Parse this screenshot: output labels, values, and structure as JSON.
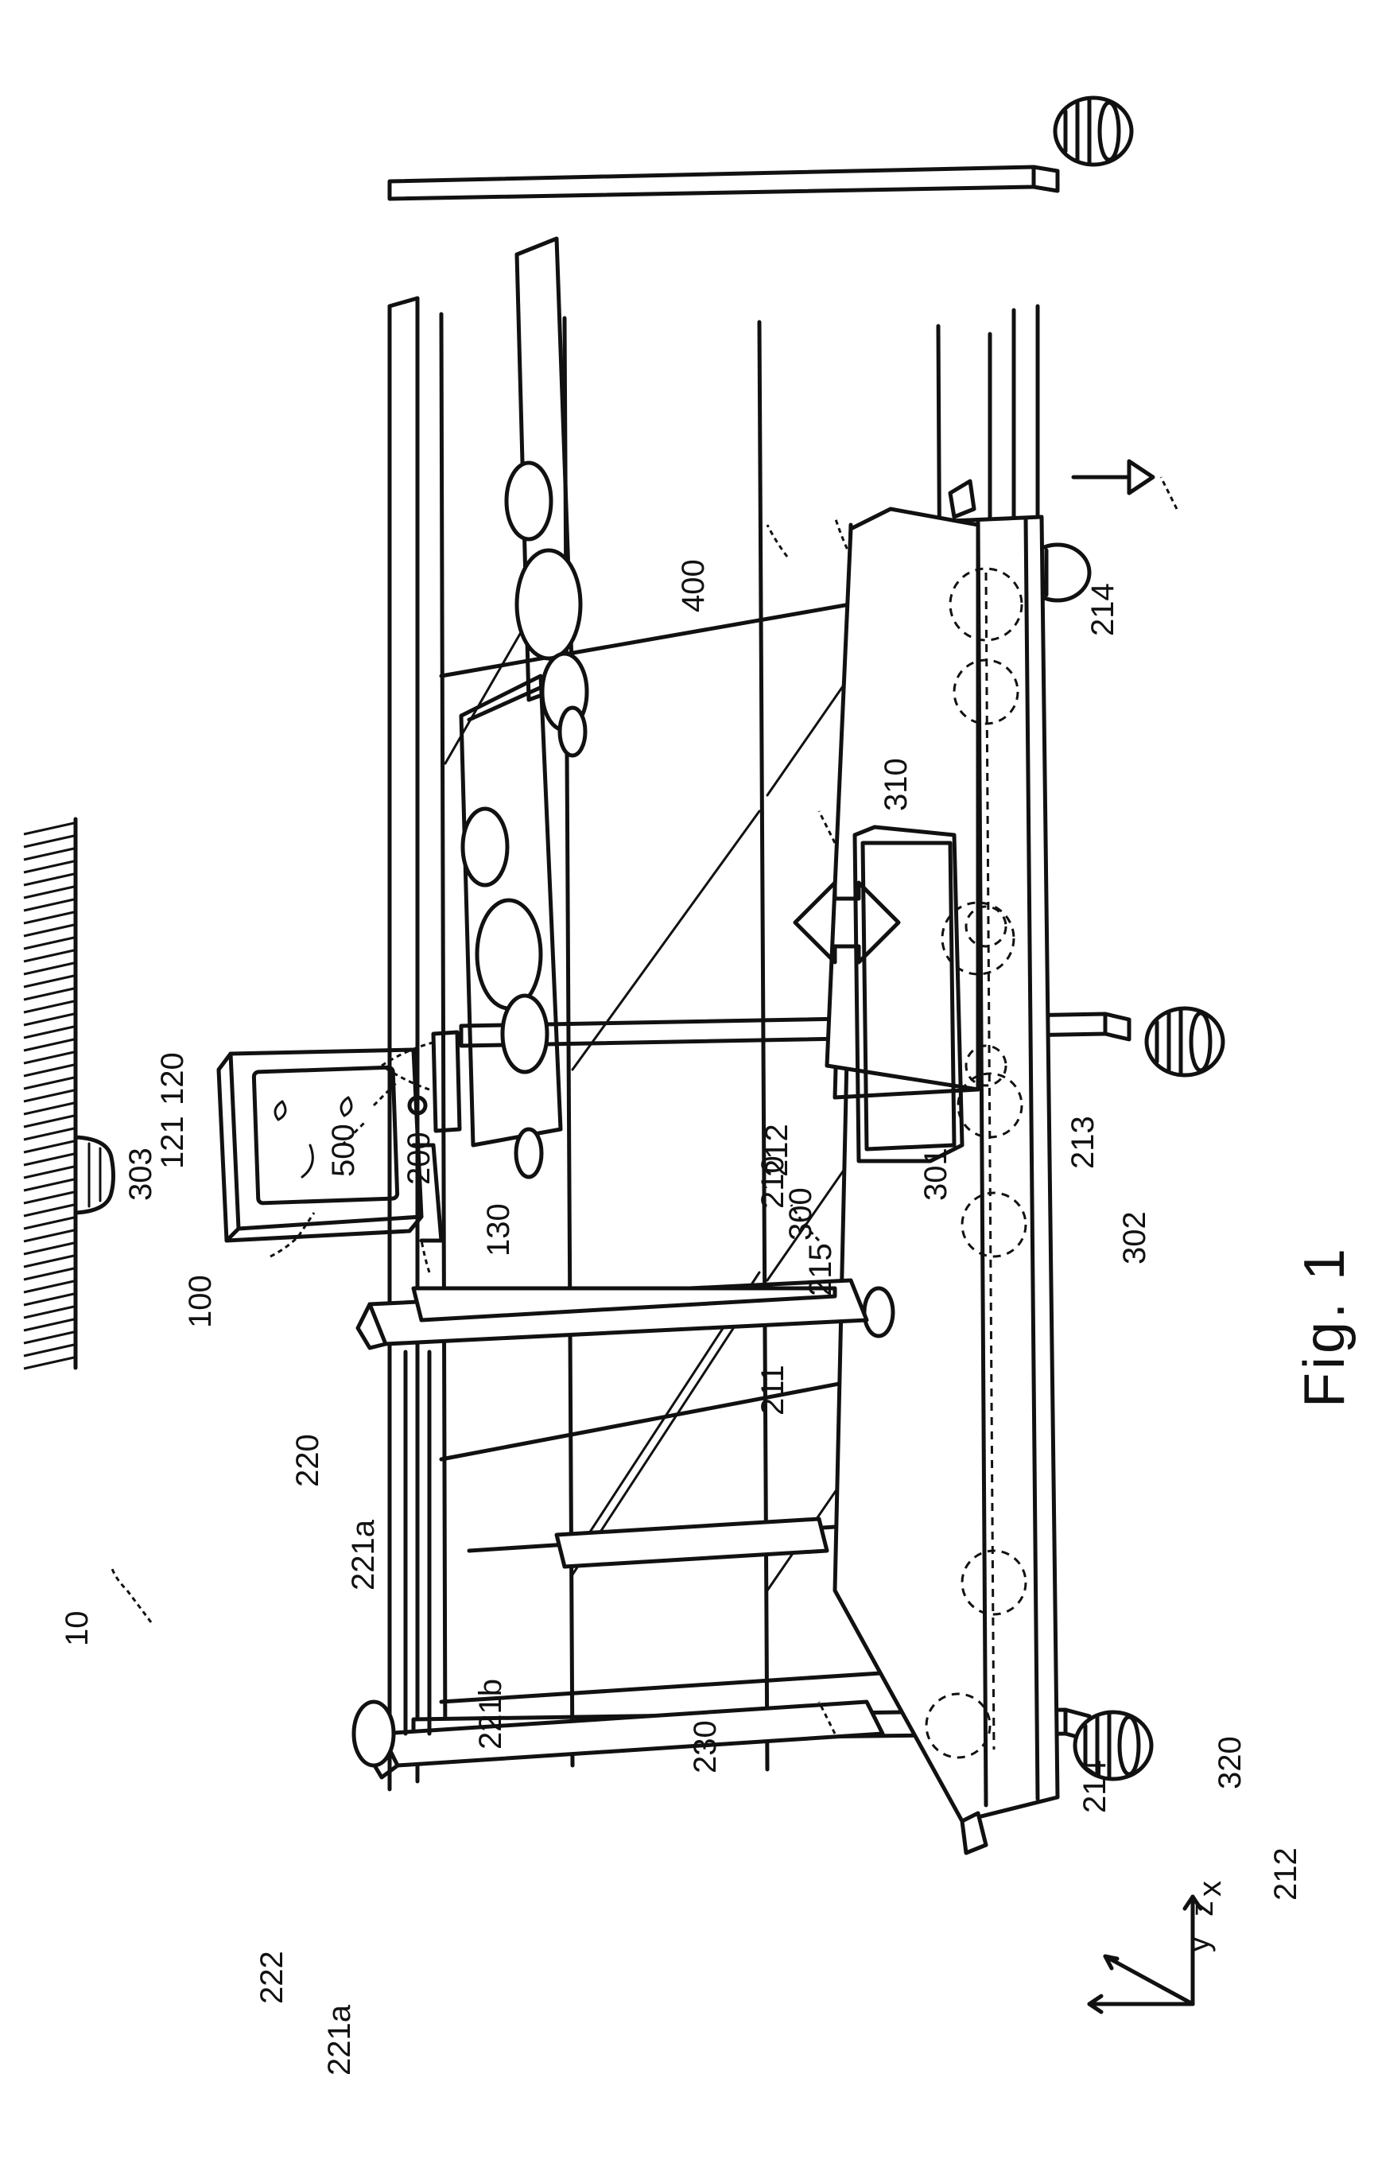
{
  "figure": {
    "caption": "Fig. 1",
    "labels": {
      "l10": "10",
      "l100": "100",
      "l120": "120",
      "l121": "121",
      "l130": "130",
      "l200": "200",
      "l210": "210",
      "l211": "211",
      "l212_top": "212",
      "l212_bottom": "212",
      "l213": "213",
      "l214_right": "214",
      "l214_left": "214",
      "l215": "215",
      "l220": "220",
      "l221a_top": "221a",
      "l221a_bottom": "221a",
      "l221b": "221b",
      "l222": "222",
      "l230": "230",
      "l300": "300",
      "l301": "301",
      "l302": "302",
      "l303": "303",
      "l310": "310",
      "l320": "320",
      "l400": "400",
      "l500": "500"
    },
    "axes": {
      "z": "z",
      "y": "y",
      "x": "x"
    }
  }
}
